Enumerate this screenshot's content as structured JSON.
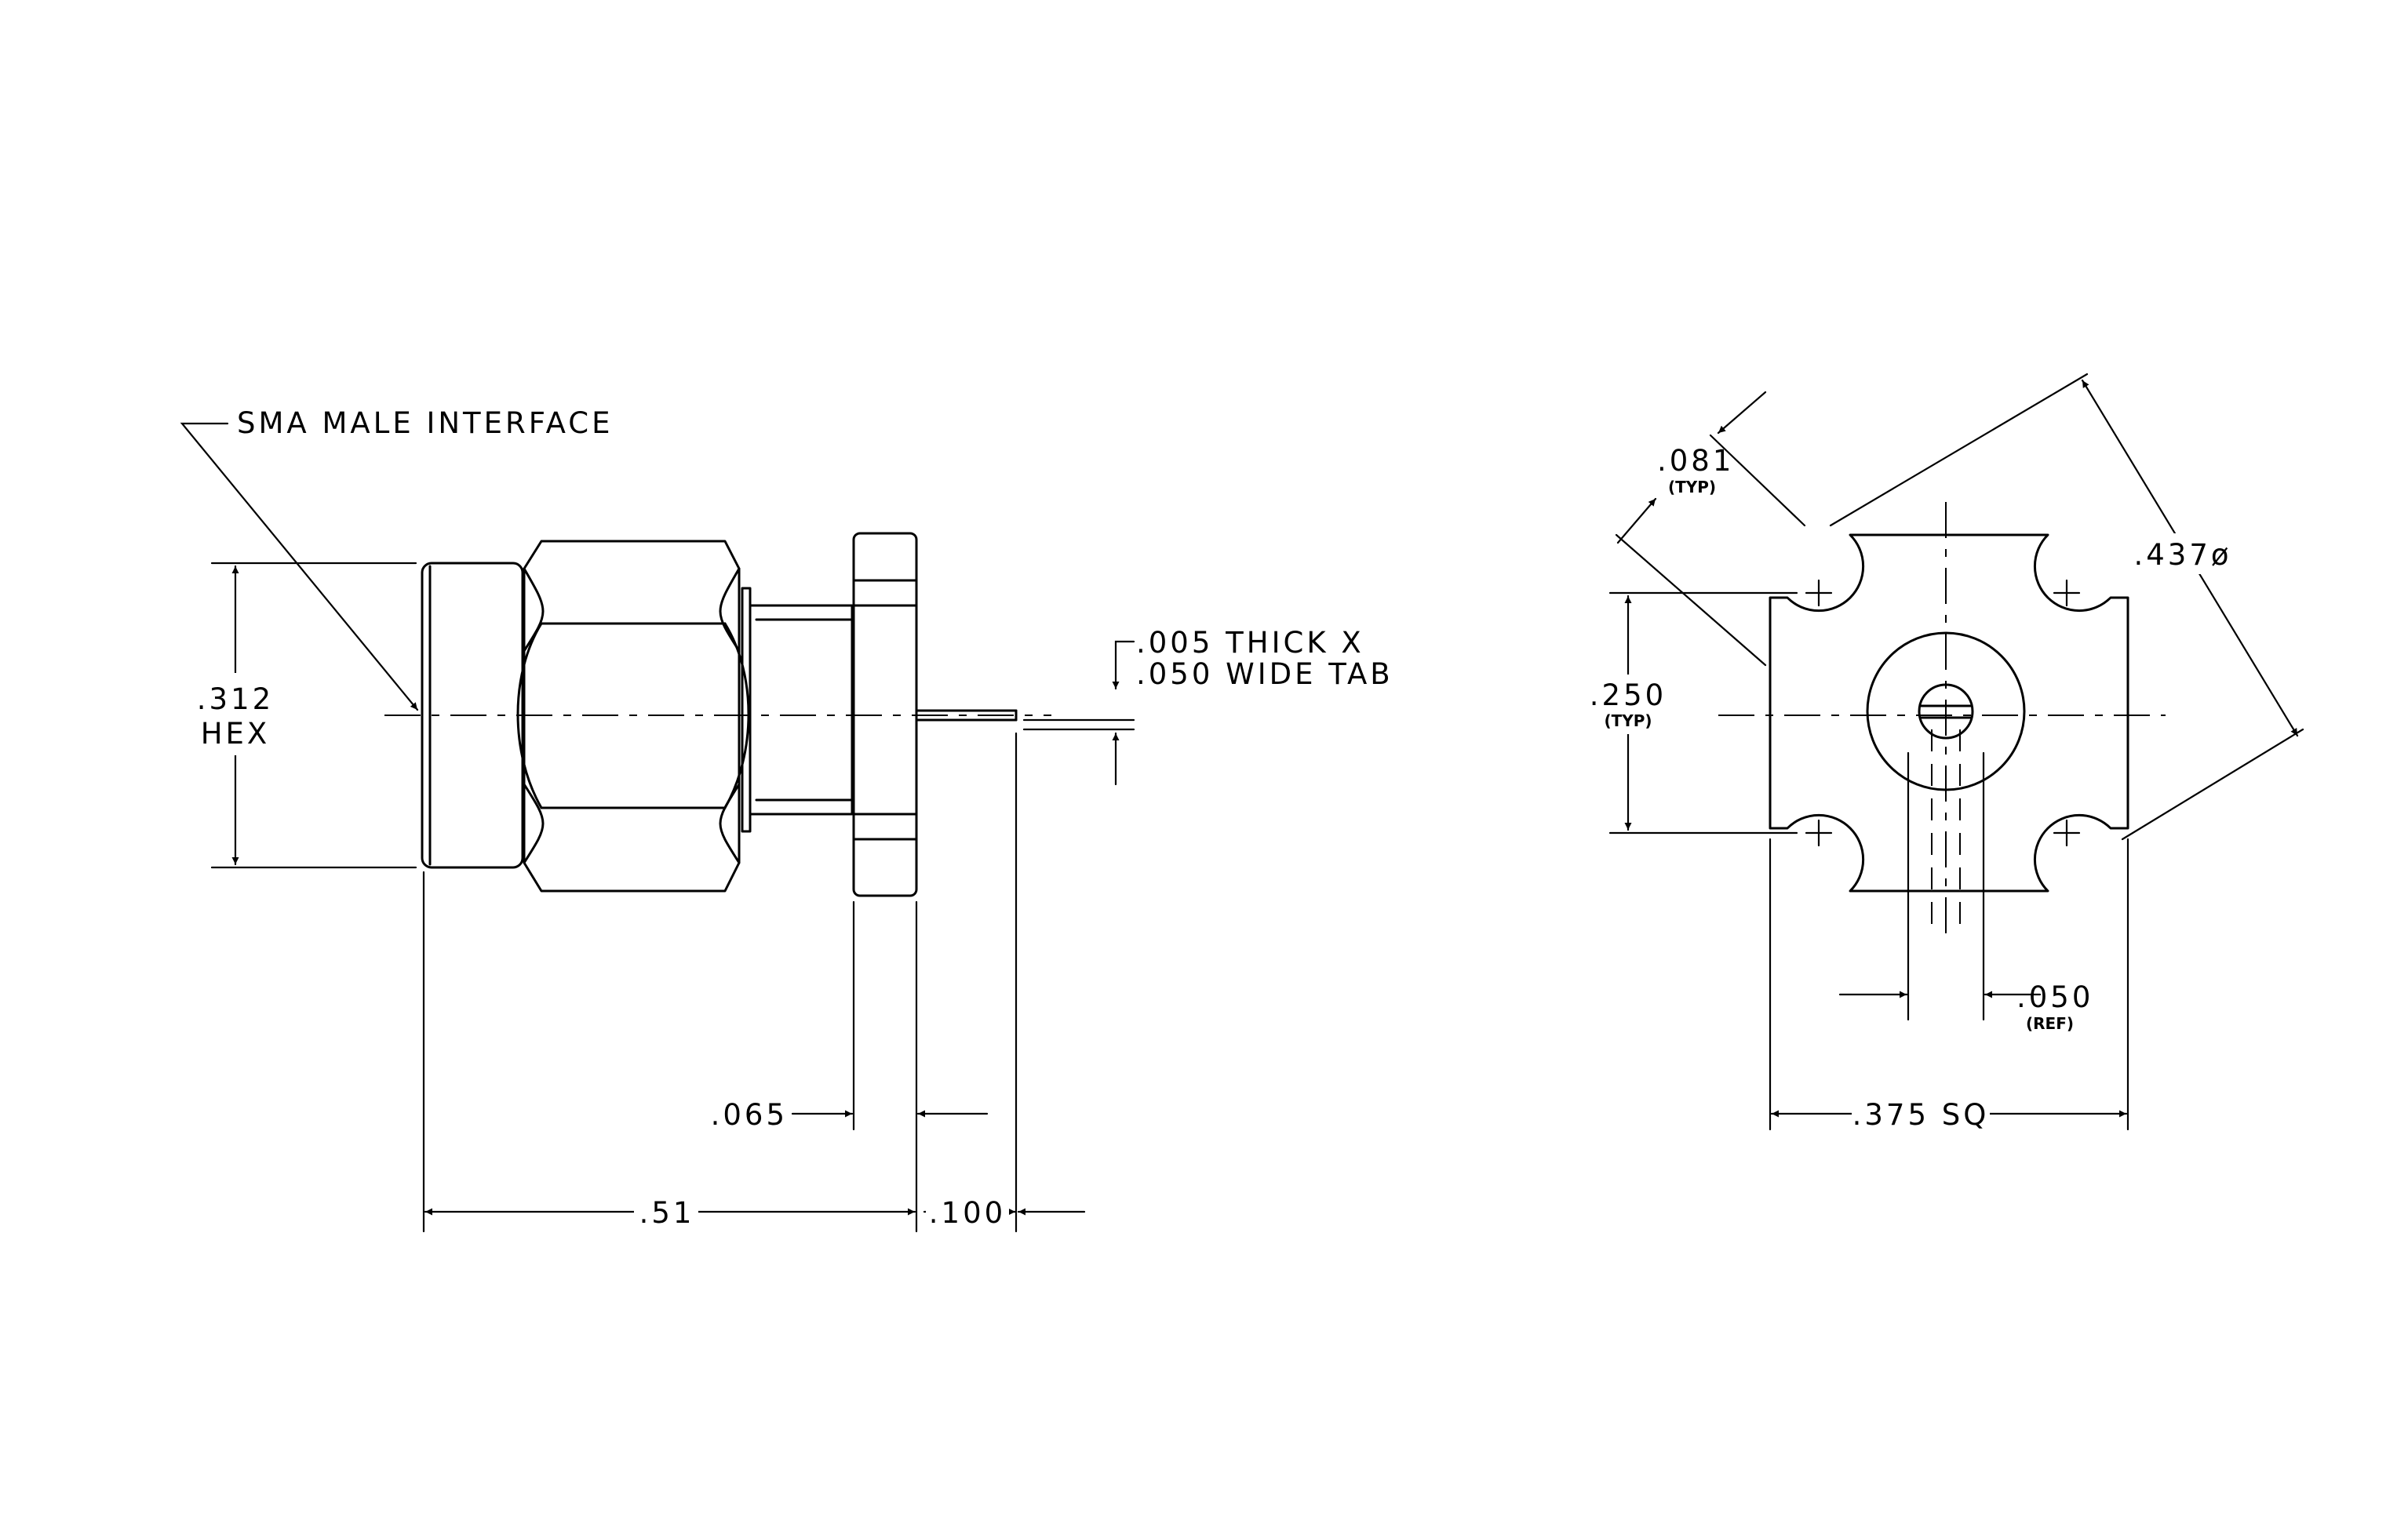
{
  "side_view": {
    "interface_note": "SMA MALE INTERFACE",
    "hex_size": ".312",
    "hex_label": "HEX",
    "tab_note_line1": ".005 THICK X",
    "tab_note_line2": ".050 WIDE TAB",
    "flange_thickness": ".065",
    "overall_length": ".51",
    "tab_length": ".100"
  },
  "end_view": {
    "notch_width": ".081",
    "notch_width_note": "(TYP)",
    "hole_spacing": ".250",
    "hole_spacing_note": "(TYP)",
    "bolt_circle": ".437ø",
    "pin_width": ".050",
    "pin_width_note": "(REF)",
    "flange_size": ".375 SQ"
  }
}
